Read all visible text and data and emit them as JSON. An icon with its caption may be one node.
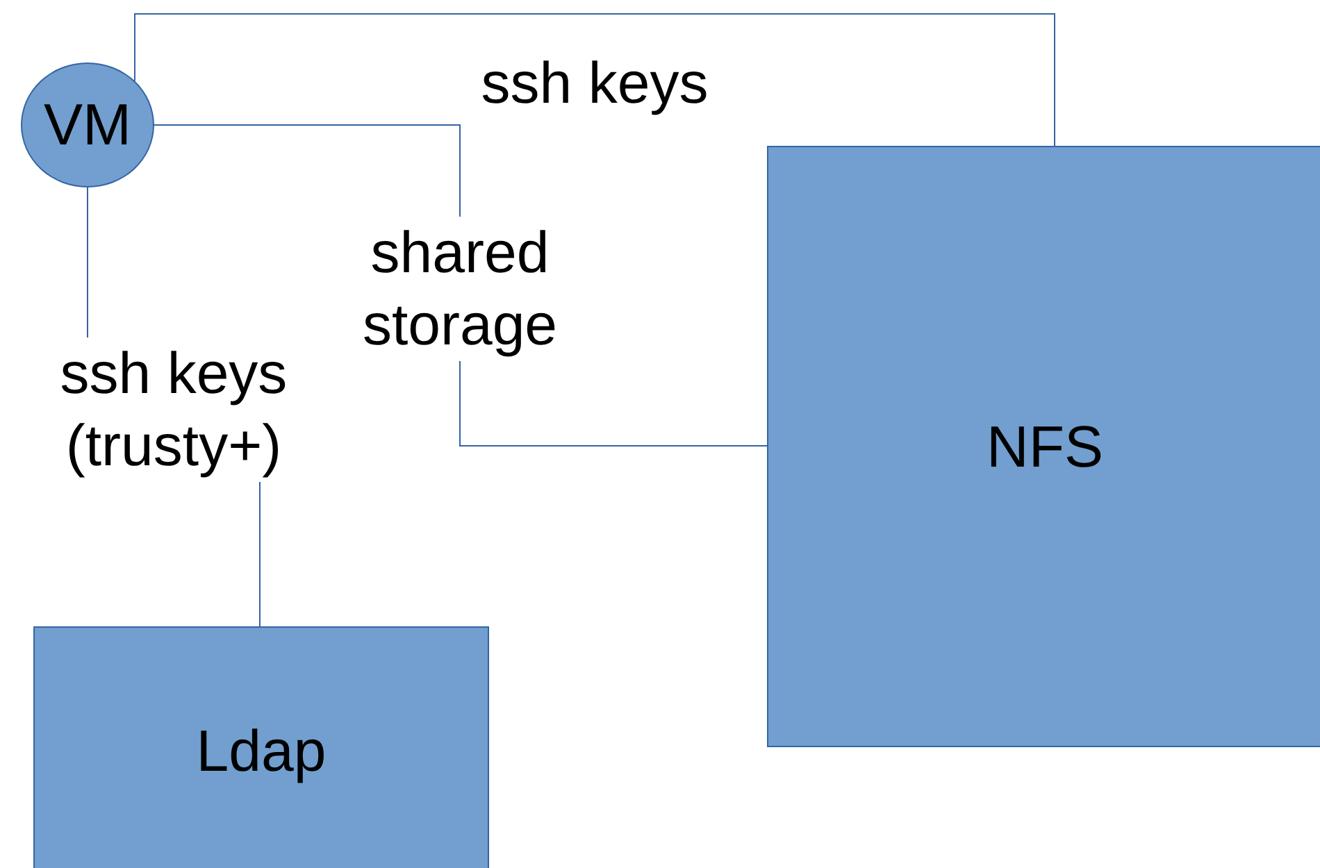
{
  "diagram": {
    "nodes": [
      {
        "text": [
          "VM"
        ]
      },
      {
        "text": [
          "NFS"
        ]
      },
      {
        "text": [
          "Ldap"
        ]
      }
    ],
    "edges": [
      {
        "from": 0,
        "to": 1,
        "arrow": "none",
        "label": "ssh keys"
      },
      {
        "from": 0,
        "to": 1,
        "arrow": "none",
        "label": "shared storage"
      },
      {
        "from": 0,
        "to": 2,
        "arrow": "none",
        "label": "ssh keys (trusty+)"
      }
    ]
  }
}
